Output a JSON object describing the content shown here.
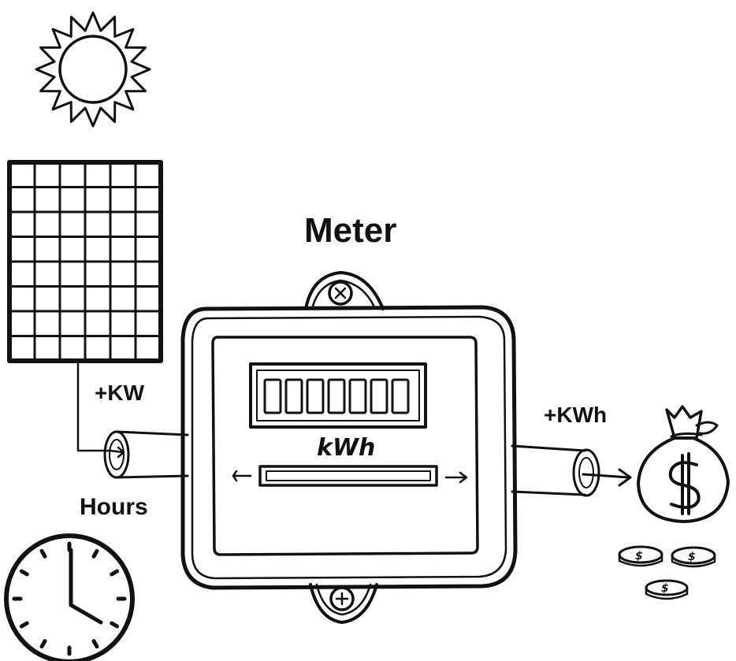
{
  "labels": {
    "meter": "Meter",
    "power": "+KW",
    "energy": "+KWh",
    "time": "Hours",
    "meter_unit": "kWh"
  },
  "icons": {
    "sun": "sun-icon",
    "panel": "solar-panel-icon",
    "clock": "clock-icon",
    "meter": "electric-meter-icon",
    "money": "money-bag-icon",
    "coins": "coin-icon"
  },
  "colors": {
    "ink": "#111111",
    "background": "#ffffff"
  }
}
